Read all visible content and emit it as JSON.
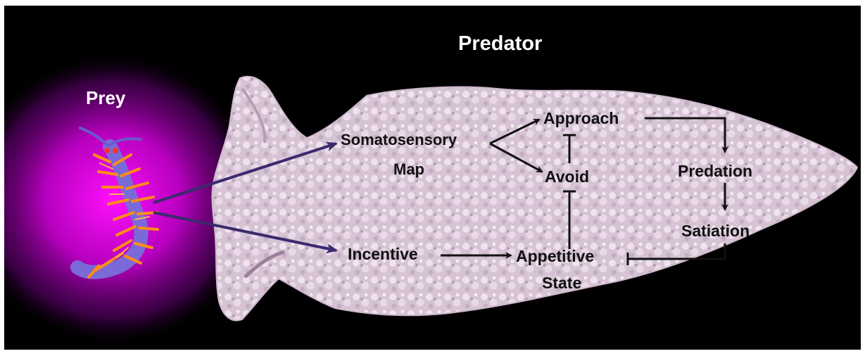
{
  "diagram": {
    "title": "Predator",
    "prey_label": "Prey",
    "nodes": {
      "somatosensory": "Somatosensory",
      "map": "Map",
      "incentive": "Incentive",
      "approach": "Approach",
      "avoid": "Avoid",
      "appetitive": "Appetitive",
      "state": "State",
      "predation": "Predation",
      "satiation": "Satiation"
    },
    "edges": [
      {
        "from": "Prey",
        "to": "Somatosensory Map",
        "type": "arrow"
      },
      {
        "from": "Prey",
        "to": "Incentive",
        "type": "arrow"
      },
      {
        "from": "Somatosensory Map",
        "to": "Approach",
        "type": "arrow"
      },
      {
        "from": "Somatosensory Map",
        "to": "Avoid",
        "type": "arrow"
      },
      {
        "from": "Incentive",
        "to": "Appetitive State",
        "type": "arrow"
      },
      {
        "from": "Avoid",
        "to": "Approach",
        "type": "inhibit"
      },
      {
        "from": "Appetitive State",
        "to": "Avoid",
        "type": "inhibit"
      },
      {
        "from": "Approach",
        "to": "Predation",
        "type": "arrow"
      },
      {
        "from": "Predation",
        "to": "Satiation",
        "type": "arrow"
      },
      {
        "from": "Satiation",
        "to": "Appetitive State",
        "type": "inhibit"
      }
    ],
    "colors": {
      "background": "#000000",
      "predator_body": "#d9c6d6",
      "prey_glow": "#ff00ff",
      "prey_cerata": "#ff8c1a",
      "prey_body": "#6a5acd",
      "prey_arrows": "#3b2a6e",
      "diagram_arrows": "#111111",
      "title_text": "#ffffff"
    }
  }
}
